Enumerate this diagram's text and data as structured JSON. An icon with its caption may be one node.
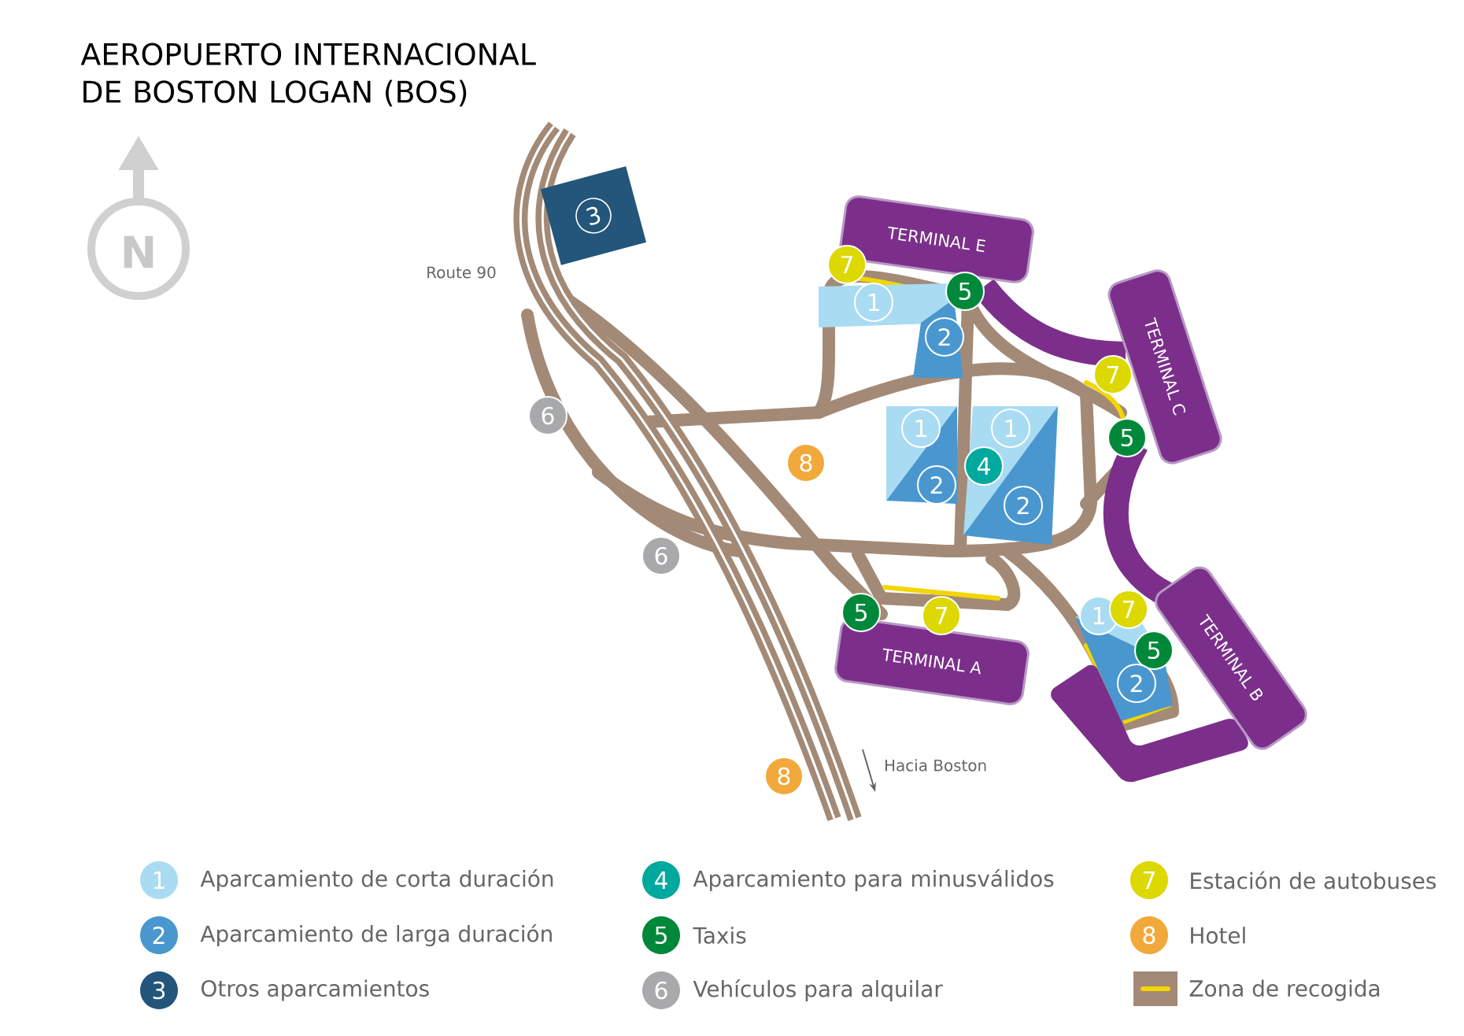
{
  "diagram": {
    "title": "AEROPUERTO INTERNACIONAL DE BOSTON LOGAN (BOS)",
    "nodes": [
      {
        "text": [
          "TERMINAL E"
        ]
      },
      {
        "text": [
          "TERMINAL C"
        ]
      },
      {
        "text": [
          "TERMINAL A"
        ]
      },
      {
        "text": [
          "TERMINAL B"
        ]
      },
      {
        "text": [
          "3"
        ]
      },
      {
        "text": [
          "7"
        ]
      },
      {
        "text": [
          "1"
        ]
      },
      {
        "text": [
          "5"
        ]
      },
      {
        "text": [
          "2"
        ]
      },
      {
        "text": [
          "7"
        ]
      },
      {
        "text": [
          "5"
        ]
      },
      {
        "text": [
          "6"
        ]
      },
      {
        "text": [
          "1"
        ]
      },
      {
        "text": [
          "1"
        ]
      },
      {
        "text": [
          "8"
        ]
      },
      {
        "text": [
          "2"
        ]
      },
      {
        "text": [
          "4"
        ]
      },
      {
        "text": [
          "2"
        ]
      },
      {
        "text": [
          "6"
        ]
      },
      {
        "text": [
          "5"
        ]
      },
      {
        "text": [
          "7"
        ]
      },
      {
        "text": [
          "1"
        ]
      },
      {
        "text": [
          "7"
        ]
      },
      {
        "text": [
          "5"
        ]
      },
      {
        "text": [
          "2"
        ]
      },
      {
        "text": [
          "8"
        ]
      }
    ],
    "labels": [
      "N",
      "Route 90",
      "Hacia Boston",
      "1",
      "2",
      "3",
      "4",
      "5",
      "6",
      "7",
      "8"
    ],
    "legend": [
      {
        "text": "Aparcamiento de corta duración",
        "color": "#a9dcf3"
      },
      {
        "text": "Aparcamiento de larga duración",
        "color": "#4a97cf"
      },
      {
        "text": "Otros aparcamientos",
        "color": "#24557a"
      },
      {
        "text": "Aparcamiento para minusválidos",
        "color": "#00a99d"
      },
      {
        "text": "Taxis",
        "color": "#00883a"
      },
      {
        "text": "Vehículos para alquilar",
        "color": "#a8a9ab"
      },
      {
        "text": "Estación de autobuses",
        "color": "#dcd800"
      },
      {
        "text": "Hotel",
        "color": "#f2a93b"
      },
      {
        "text": "Zona de recogida"
      }
    ]
  }
}
